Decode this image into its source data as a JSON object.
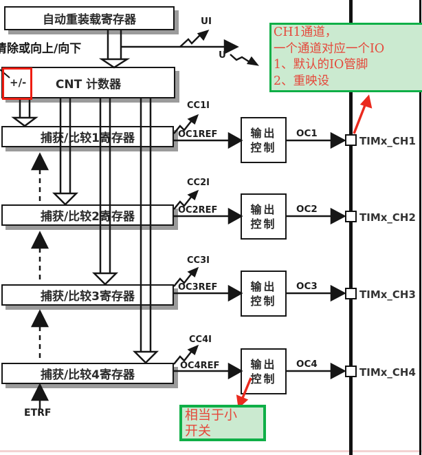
{
  "labels": {
    "auto_reload": "自动重装载寄存器",
    "clear_updown": "清除或向上/向下",
    "plus_minus": "+/-",
    "cnt": "CNT 计数器",
    "ui": "UI",
    "u": "U",
    "etrf": "ETRF"
  },
  "rows": [
    {
      "register": "捕获/比较1寄存器",
      "cc_event": "CC1I",
      "oc_ref": "OC1REF",
      "output_line1": "输出",
      "output_line2": "控制",
      "oc": "OC1",
      "pin": "TIMx_CH1"
    },
    {
      "register": "捕获/比较2寄存器",
      "cc_event": "CC2I",
      "oc_ref": "OC2REF",
      "output_line1": "输出",
      "output_line2": "控制",
      "oc": "OC2",
      "pin": "TIMx_CH2"
    },
    {
      "register": "捕获/比较3寄存器",
      "cc_event": "CC3I",
      "oc_ref": "OC3REF",
      "output_line1": "输出",
      "output_line2": "控制",
      "oc": "OC3",
      "pin": "TIMx_CH3"
    },
    {
      "register": "捕获/比较4寄存器",
      "cc_event": "CC4I",
      "oc_ref": "OC4REF",
      "output_line1": "输出",
      "output_line2": "控制",
      "oc": "OC4",
      "pin": "TIMx_CH4"
    }
  ],
  "notes": {
    "ch1": {
      "line1": "CH1通道，",
      "line2": "一个通道对应一个IO",
      "line3": "1、默认的IO管脚",
      "line4": "2、重映设"
    },
    "switch": {
      "line1": "相当于小",
      "line2": "开关"
    }
  },
  "colors": {
    "note_bg": "#cbead0",
    "note_border": "#0faf47",
    "note_text": "#e5473a",
    "red_highlight": "#ee1d12",
    "line": "#161616",
    "shadow": "#9b9b9b"
  }
}
